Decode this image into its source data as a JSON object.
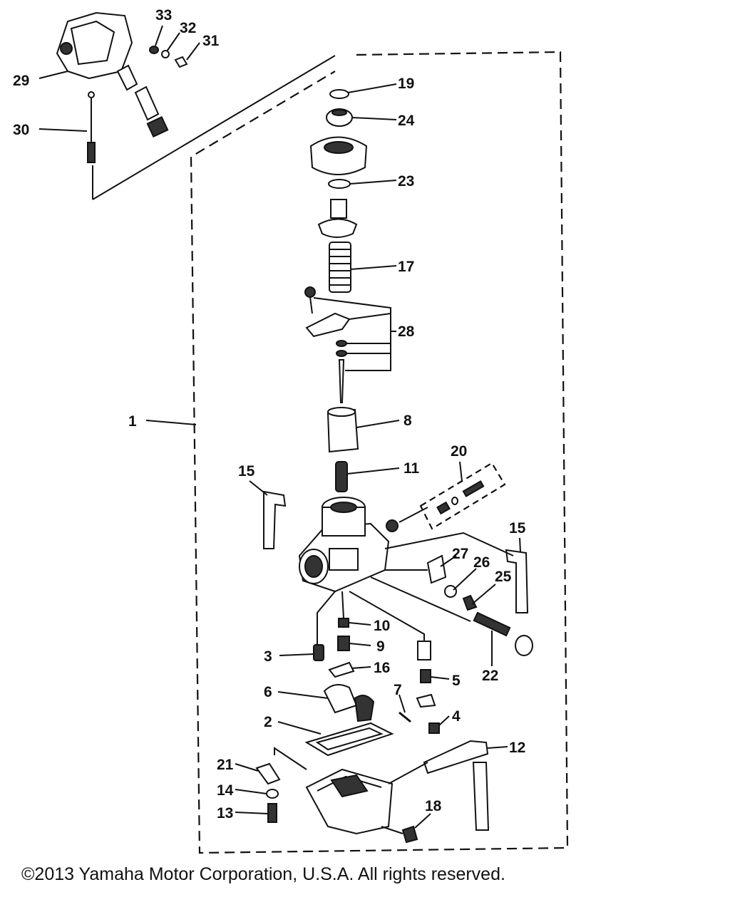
{
  "copyright": "©2013 Yamaha Motor Corporation, U.S.A. All rights reserved.",
  "callouts": [
    "1",
    "2",
    "3",
    "4",
    "5",
    "6",
    "7",
    "8",
    "9",
    "10",
    "11",
    "12",
    "13",
    "14",
    "15",
    "15",
    "16",
    "17",
    "18",
    "19",
    "20",
    "21",
    "22",
    "23",
    "24",
    "25",
    "26",
    "27",
    "28",
    "29",
    "30",
    "31",
    "32",
    "33"
  ]
}
